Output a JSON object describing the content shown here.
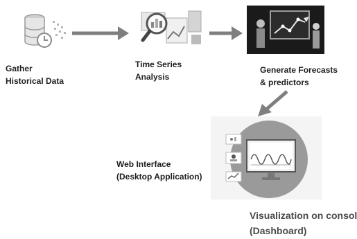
{
  "steps": [
    {
      "label": "Gather\nHistorical Data",
      "icon": "database-clock-icon"
    },
    {
      "label": "Time Series\nAnalysis",
      "icon": "magnifier-chart-icon"
    },
    {
      "label": "Generate Forecasts\n& predictors",
      "icon": "presentation-board-icon"
    },
    {
      "label": "Visualization on console\n(Dashboard)",
      "icon": "monitor-dashboard-icon"
    }
  ],
  "side_label": "Web Interface\n(Desktop Application)",
  "colors": {
    "arrow": "#7f7f7f",
    "circle": "#9a9a9a",
    "board": "#1a1a1a",
    "accent": "#555555"
  }
}
